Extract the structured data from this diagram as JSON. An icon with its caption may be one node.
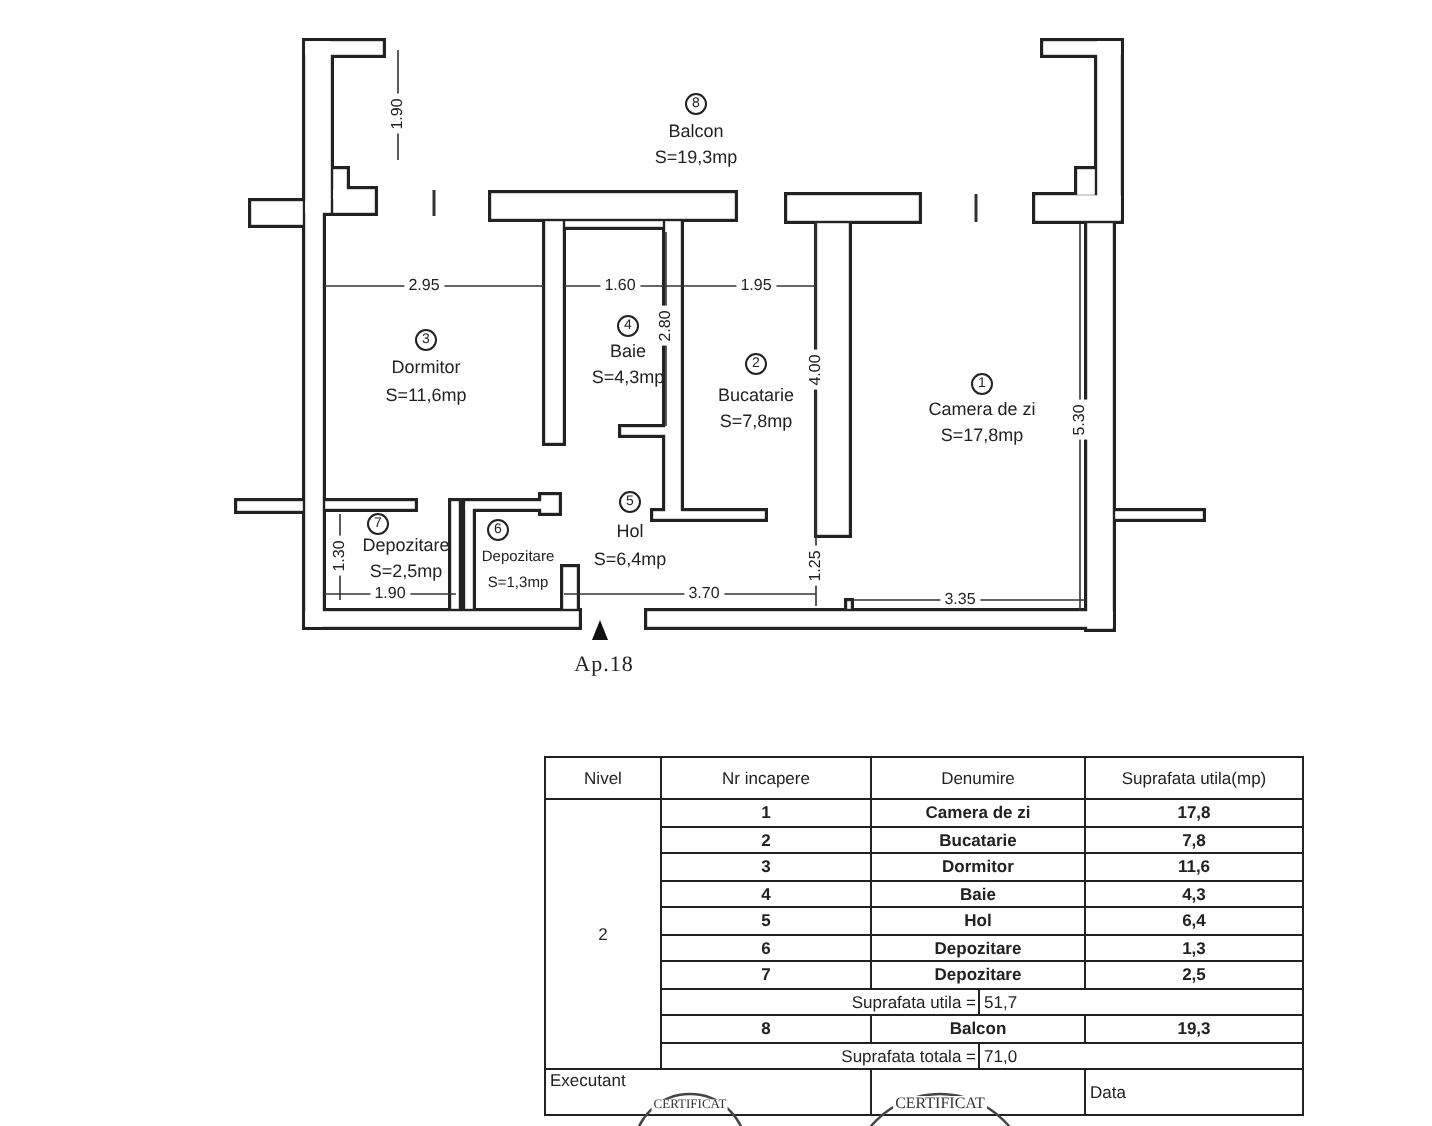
{
  "diagram": {
    "labels": [
      "1.90",
      "8",
      "Balcon",
      "S=19,3mp",
      "2.95",
      "1.60",
      "1.95",
      "2.80",
      "4.00",
      "5.30",
      "4",
      "Baie",
      "S=4,3mp",
      "3",
      "Dormitor",
      "S=11,6mp",
      "1",
      "Camera de zi",
      "S=17,8mp",
      "2",
      "Bucatarie",
      "S=7,8mp",
      "5",
      "Hol",
      "S=6,4mp",
      "7",
      "Depozitare",
      "S=2,5mp",
      "6",
      "Depozitare",
      "S=1,3mp",
      "1.30",
      "1.25",
      "1.90",
      "3.70",
      "3.35",
      "Ap.18",
      "Nivel",
      "Nr incapere",
      "Denumire",
      "Suprafata utila(mp)",
      "2",
      "1",
      "Camera de zi",
      "17,8",
      "2",
      "Bucatarie",
      "7,8",
      "3",
      "Dormitor",
      "11,6",
      "4",
      "Baie",
      "4,3",
      "5",
      "Hol",
      "6,4",
      "6",
      "Depozitare",
      "1,3",
      "7",
      "Depozitare",
      "2,5",
      "Suprafata utila =",
      "51,7",
      "8",
      "Balcon",
      "19,3",
      "Suprafata totala =",
      "71,0",
      "Executant",
      "CERTIFICAT",
      "CERTIFICAT",
      "Data"
    ]
  }
}
